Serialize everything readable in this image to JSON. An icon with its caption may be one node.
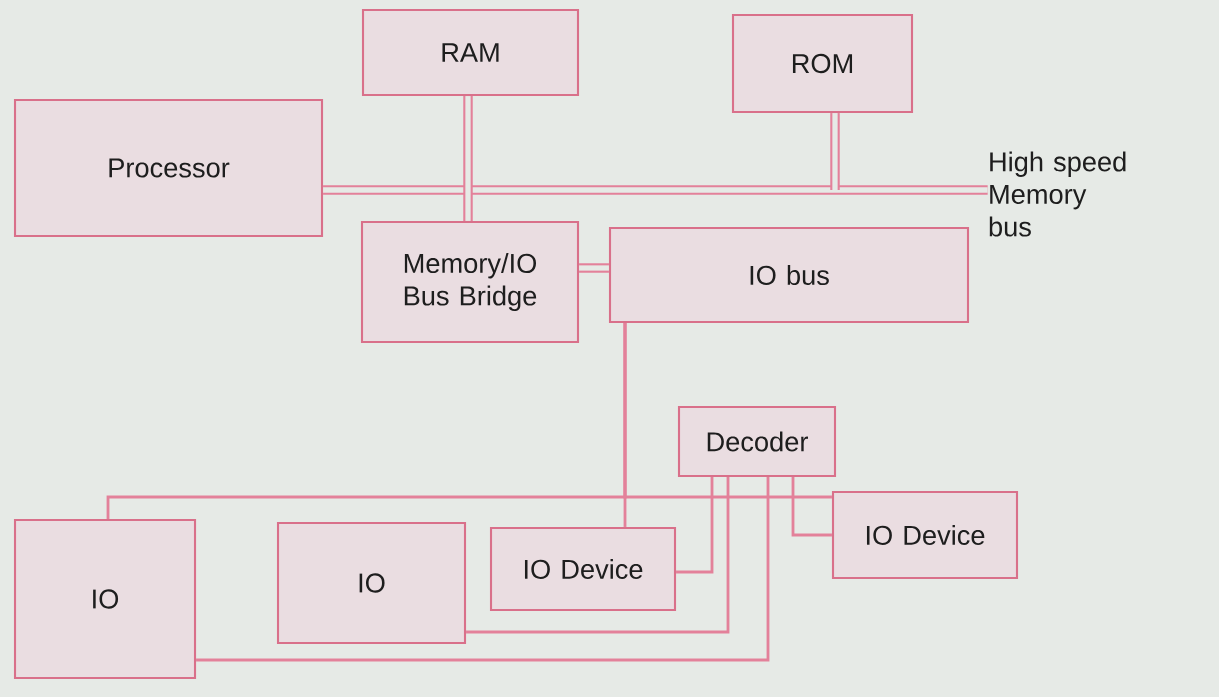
{
  "diagram": {
    "nodes": [
      {
        "text": [
          "RAM"
        ]
      },
      {
        "text": [
          "ROM"
        ]
      },
      {
        "text": [
          "Processor"
        ]
      },
      {
        "text": [
          "High speed Memory bus"
        ]
      },
      {
        "text": [
          "Memory/IO Bus Bridge"
        ]
      },
      {
        "text": [
          "IO bus"
        ]
      },
      {
        "text": [
          "Decoder"
        ]
      },
      {
        "text": [
          "IO Device"
        ]
      },
      {
        "text": [
          "IO"
        ]
      },
      {
        "text": [
          "IO"
        ]
      },
      {
        "text": [
          "IO Device"
        ]
      }
    ],
    "edges": [
      {
        "from": 2,
        "to": 3,
        "arrow": "none",
        "style": "thick"
      },
      {
        "from": 0,
        "to": 4,
        "arrow": "none",
        "style": "thick"
      },
      {
        "from": 1,
        "to": null,
        "arrow": "none",
        "style": "thick"
      },
      {
        "from": 4,
        "to": 5,
        "arrow": "none",
        "style": "thick"
      },
      {
        "from": 5,
        "to": 10,
        "arrow": "none"
      },
      {
        "from": 5,
        "to": 8,
        "arrow": "none"
      },
      {
        "from": 5,
        "to": 7,
        "arrow": "none"
      },
      {
        "from": 6,
        "to": 10,
        "arrow": "none"
      },
      {
        "from": 6,
        "to": 9,
        "arrow": "none"
      },
      {
        "from": 6,
        "to": 8,
        "arrow": "none"
      },
      {
        "from": 6,
        "to": 7,
        "arrow": "none"
      }
    ]
  }
}
